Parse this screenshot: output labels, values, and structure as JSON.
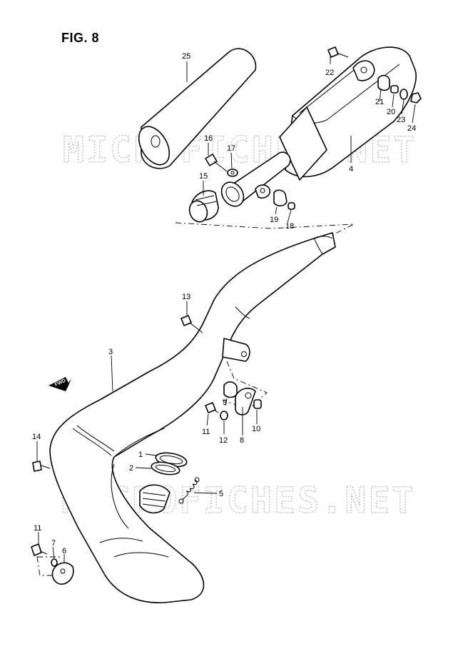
{
  "figure": {
    "title": "FIG. 8"
  },
  "watermarks": [
    "MICROFICHES.NET",
    "MICROFICHES.NET"
  ],
  "direction_marker": "FWD",
  "callouts": [
    "25",
    "22",
    "21",
    "20",
    "23",
    "24",
    "16",
    "17",
    "4",
    "15",
    "19",
    "18",
    "13",
    "3",
    "9",
    "11",
    "12",
    "8",
    "10",
    "14",
    "1",
    "2",
    "5",
    "11",
    "7",
    "6"
  ]
}
